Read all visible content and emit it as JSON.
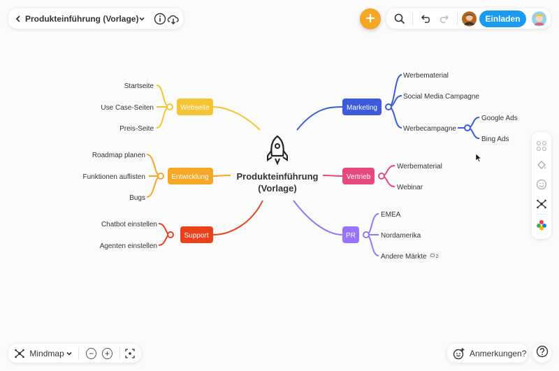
{
  "header": {
    "title": "Produkteinführung (Vorlage)",
    "invite_label": "Einladen"
  },
  "mindmap": {
    "center": {
      "line1": "Produkteinführung",
      "line2": "(Vorlage)"
    },
    "branches": [
      {
        "label": "Webseite",
        "color": "#f6c430",
        "children": [
          "Startseite",
          "Use Case-Seiten",
          "Preis-Seite"
        ]
      },
      {
        "label": "Entwicklung",
        "color": "#f5a623",
        "children": [
          "Roadmap planen",
          "Funktionen auflisten",
          "Bugs"
        ]
      },
      {
        "label": "Support",
        "color": "#e8421b",
        "children": [
          "Chatbot einstellen",
          "Agenten einstellen"
        ]
      },
      {
        "label": "Marketing",
        "color": "#3b5bdb",
        "children": [
          "Werbematerial",
          "Social Media Campagne",
          "Werbecampagne"
        ],
        "subchildren": [
          "Google Ads",
          "Bing Ads"
        ]
      },
      {
        "label": "Vertrieb",
        "color": "#e64980",
        "children": [
          "Werbematerial",
          "Webinar"
        ]
      },
      {
        "label": "PR",
        "color": "#9775fa",
        "children": [
          "EMEA",
          "Nordamerika",
          "Andere Märkte"
        ],
        "comment_count": "2"
      }
    ]
  },
  "footer": {
    "view_label": "Mindmap",
    "zoom_out": "−",
    "zoom_in": "+",
    "comments_label": "Anmerkungen?"
  },
  "icons": {
    "back": "chevron-left-icon",
    "dropdown": "chevron-down-icon",
    "info": "info-icon",
    "cloud": "cloud-download-icon",
    "search": "search-icon",
    "undo": "undo-icon",
    "redo": "redo-icon",
    "add": "plus-icon",
    "rocket": "rocket-icon",
    "help": "help-icon"
  }
}
